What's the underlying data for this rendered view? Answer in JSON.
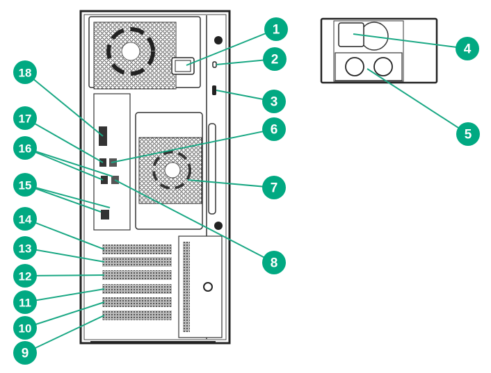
{
  "title": "Server rear panel components",
  "accent_color": "#01a982",
  "line_color": "#1aa884",
  "chassis_color": "#222222",
  "callouts": [
    {
      "label": "1",
      "target": "power-supply-connector"
    },
    {
      "label": "2",
      "target": "kensington-slot"
    },
    {
      "label": "3",
      "target": "padlock-eye"
    },
    {
      "label": "4",
      "target": "flexible-slot-power-supply-connector"
    },
    {
      "label": "5",
      "target": "flexible-slot-power-supply-blank"
    },
    {
      "label": "6",
      "target": "network-port-2"
    },
    {
      "label": "7",
      "target": "rear-fan"
    },
    {
      "label": "8",
      "target": "network-port-1"
    },
    {
      "label": "9",
      "target": "pcie-slot-1"
    },
    {
      "label": "10",
      "target": "pcie-slot-2"
    },
    {
      "label": "11",
      "target": "pcie-slot-3"
    },
    {
      "label": "12",
      "target": "pcie-slot-4"
    },
    {
      "label": "13",
      "target": "pcie-slot-5"
    },
    {
      "label": "14",
      "target": "pcie-slot-6"
    },
    {
      "label": "15",
      "target": "usb-ports"
    },
    {
      "label": "16",
      "target": "network-ports-3-4"
    },
    {
      "label": "17",
      "target": "ilo-port"
    },
    {
      "label": "18",
      "target": "video-port"
    }
  ]
}
